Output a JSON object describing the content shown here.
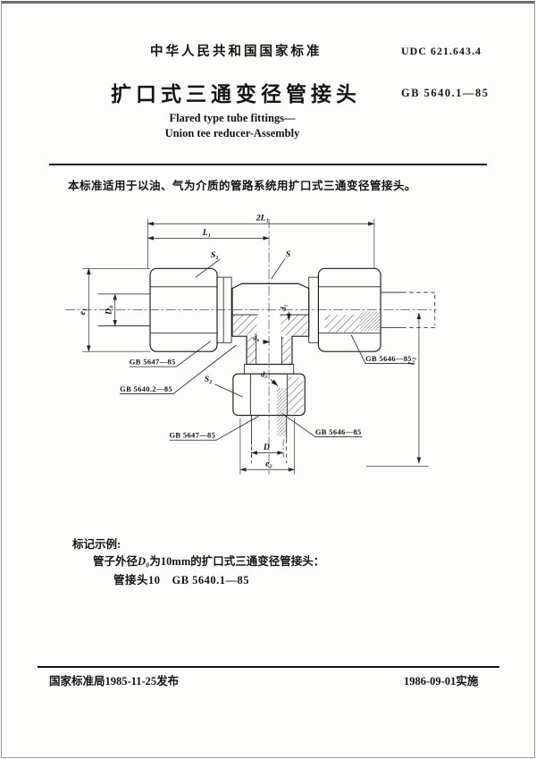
{
  "header": {
    "standard_org": "中华人民共和国国家标准",
    "udc": "UDC 621.643.4",
    "title_zh": "扩口式三通变径管接头",
    "standard_no": "GB 5640.1—85",
    "title_en_line1": "Flared type tube fittings—",
    "title_en_line2": "Union tee reducer-Assembly"
  },
  "scope_text": "本标准适用于以油、气为介质的管路系统用扩口式三通变径管接头。",
  "drawing": {
    "dim_labels": {
      "span_2l1": "2L₁",
      "span_l1": "L₁",
      "height_e1": "e₁",
      "tube_od_left": "D₀",
      "wrench_s1": "S₁",
      "wrench_s": "S",
      "wrench_s2": "S₂",
      "bore_d0": "d₀",
      "bore_d1": "d₁",
      "bore_d2": "d₂",
      "branch_length_l2": "L₂",
      "tube_od_bottom": "D",
      "width_e2": "e₂"
    },
    "part_refs": {
      "left_nut": "GB 5647—85",
      "body": "GB 5640.2—85",
      "bottom_nut": "GB 5647—85",
      "bottom_sleeve": "GB 5646—85",
      "right_sleeve": "GB 5646—85"
    }
  },
  "example": {
    "heading": "标记示例:",
    "line1_pre": "管子外径",
    "line1_symbol": "D₀",
    "line1_post": "为10mm的扩口式三通变径管接头：",
    "line2": "管接头10　GB 5640.1—85"
  },
  "footer": {
    "issued": "国家标准局1985-11-25发布",
    "implemented": "1986-09-01实施"
  }
}
